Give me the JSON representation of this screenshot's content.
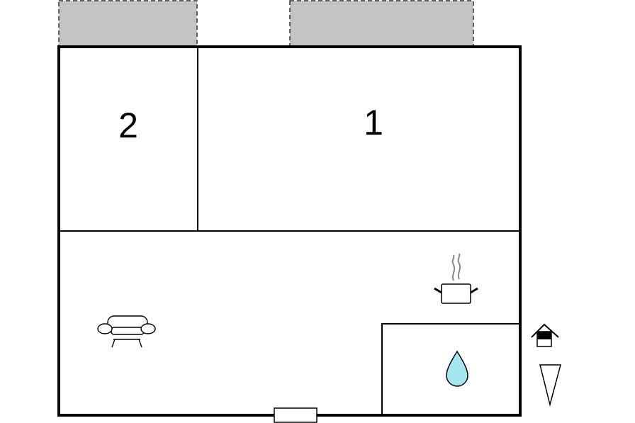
{
  "floorplan": {
    "rooms": [
      {
        "number": "2",
        "type": "bedroom"
      },
      {
        "number": "1",
        "type": "bedroom"
      },
      {
        "type": "living-kitchen",
        "icons": [
          "sofa-icon",
          "cooking-pot-icon"
        ]
      },
      {
        "type": "bathroom",
        "icons": [
          "water-drop-icon"
        ]
      }
    ],
    "terraces": 2,
    "legend_icons": [
      "house-entrance-icon",
      "north-arrow-icon"
    ],
    "colors": {
      "wall": "#000000",
      "terrace_fill": "#c4c4c4",
      "water_drop": "#a6e6f0",
      "background": "#ffffff"
    }
  }
}
